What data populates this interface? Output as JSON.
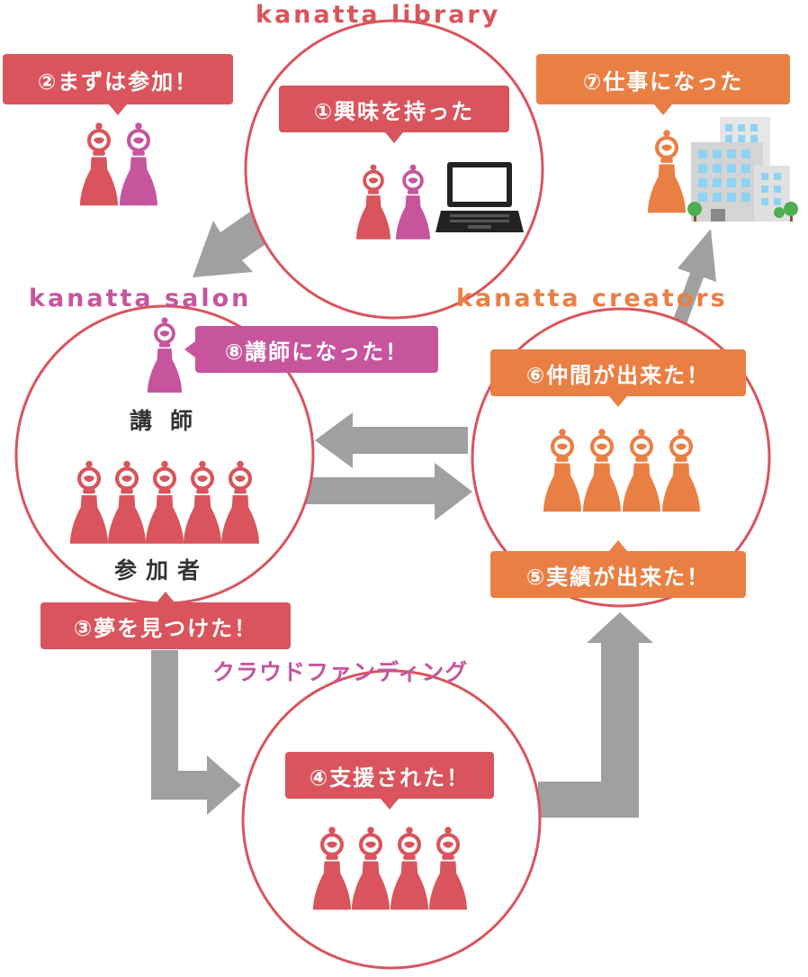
{
  "colors": {
    "red": "#d9545c",
    "pink": "#c6559e",
    "orange": "#ea7f44",
    "circle_border": "#d9545c",
    "arrow": "#a0a0a0"
  },
  "titles": {
    "library": "kanatta library",
    "salon": "kanatta salon",
    "creators": "kanatta creators",
    "crowdfunding": "クラウドファンディング"
  },
  "steps": {
    "s1": "①興味を持った",
    "s2": "②まずは参加！",
    "s3": "③夢を見つけた！",
    "s4": "④支援された！",
    "s5": "⑤実績が出来た！",
    "s6": "⑥仲間が出来た！",
    "s7": "⑦仕事になった",
    "s8": "⑧講師になった！"
  },
  "labels": {
    "lecturer": "講師",
    "participants": "参加者"
  },
  "icons": {
    "person": "person-in-dress-icon",
    "laptop": "laptop-icon",
    "building": "office-building-icon",
    "tree": "tree-icon",
    "arrow": "flow-arrow-icon"
  }
}
